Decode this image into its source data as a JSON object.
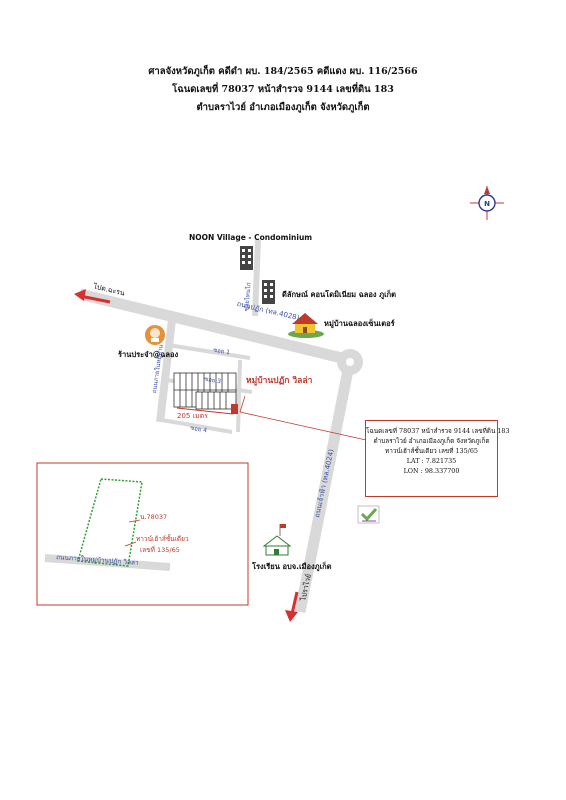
{
  "header": {
    "line1": "ศาลจังหวัดภูเก็ต คดีดำ ผบ. 184/2565 คดีแดง ผบ. 116/2566",
    "line2": "โฉนดเลขที่ 78037 หน้าสำรวจ 9144 เลขที่ดิน 183",
    "line3": "ตำบลราไวย์ อำเภอเมืองภูเก็ต จังหวัดภูเก็ต"
  },
  "compass": {
    "letter": "N"
  },
  "landmarks": {
    "noon_village": "NOON Village - Condominium",
    "condo": "ดีลักษณ์ คอนโดมิเนียม ฉลอง ภูเก็ต",
    "village_chalong": "หมู่บ้านฉลองเซ็นเตอร์",
    "shop": "ร้านประจำ@ฉลอง",
    "target_village": "หมู่บ้านปฏัก วิลล่า",
    "school": "โรงเรียน อบจ.เมืองภูเก็ต"
  },
  "roads": {
    "to_chalong": "ไปต.ฉะรน",
    "to_rawai": "ไปราไวย์",
    "patak_road": "ถนนปฏัก (ทล.4028)",
    "chaofa_road": "ถนนเจ้าฟ้า (ทล.4024)",
    "soi_1": "ซอย 1",
    "soi_3": "ซอย 3",
    "soi_4": "ซอย 4",
    "village_road": "ถนนภายในหมู่บ้าน",
    "soi_kai": "ซอยไทนไก่",
    "inset_road": "ถนนภายในหมู่บ้านปฏัก วิลล่า"
  },
  "distance": "205 เมตร",
  "inset": {
    "deed_label": "น.78037",
    "house_type": "ทาวน์เฮ้าส์ชั้นเดียว",
    "house_no": "เลขที่ 135/65"
  },
  "info_box": {
    "line1": "โฉนดเลขที่ 78037 หน้าสำรวจ 9144 เลขที่ดิน 183",
    "line2": "ตำบลราไวย์ อำเภอเมืองภูเก็ต จังหวัดภูเก็ต",
    "line3": "ทาวน์เฮ้าส์ชั้นเดียว เลขที่ 135/65",
    "lat": "LAT : 7.821735",
    "lon": "LON : 98.337700"
  },
  "colors": {
    "road": "#d9d9d9",
    "arrow": "#d63031",
    "marker": "#c0392b",
    "road_text": "#3a4fa0"
  }
}
